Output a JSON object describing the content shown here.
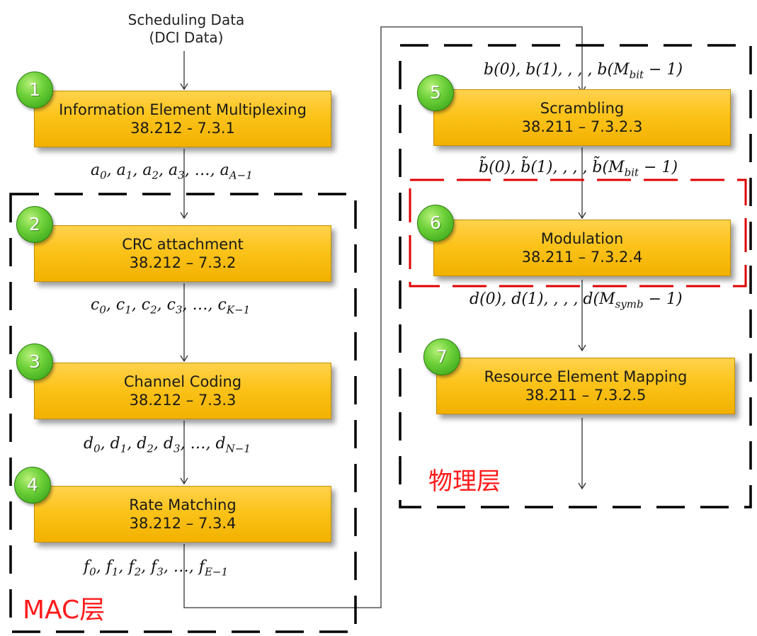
{
  "input": {
    "line1": "Scheduling Data",
    "line2": "(DCI Data)"
  },
  "blocks": [
    {
      "num": "1",
      "title": "Information Element Multiplexing",
      "ref": "38.212 - 7.3.1"
    },
    {
      "num": "2",
      "title": "CRC attachment",
      "ref": "38.212 – 7.3.2"
    },
    {
      "num": "3",
      "title": "Channel Coding",
      "ref": "38.212 – 7.3.3"
    },
    {
      "num": "4",
      "title": "Rate Matching",
      "ref": "38.212 – 7.3.4"
    },
    {
      "num": "5",
      "title": "Scrambling",
      "ref": "38.211 – 7.3.2.3"
    },
    {
      "num": "6",
      "title": "Modulation",
      "ref": "38.211 – 7.3.2.4"
    },
    {
      "num": "7",
      "title": "Resource Element Mapping",
      "ref": "38.211 – 7.3.2.5"
    }
  ],
  "sequences": {
    "a": {
      "sym": "a",
      "last_sub": "A−1"
    },
    "c": {
      "sym": "c",
      "last_sub": "K−1"
    },
    "d": {
      "sym": "d",
      "last_sub": "N−1"
    },
    "f": {
      "sym": "f",
      "last_sub": "E−1"
    },
    "b": {
      "text": "b(0), b(1), , , , b(M",
      "sub": "bit",
      "tail": " − 1)"
    },
    "b_tilde": {
      "text": "b̃(0), b̃(1), , , , b̃(M",
      "sub": "bit",
      "tail": " − 1)"
    },
    "d_symb": {
      "text": "d(0), d(1), , , , d(M",
      "sub": "symb",
      "tail": " − 1)"
    }
  },
  "layers": {
    "mac": "MAC层",
    "phy": "物理层"
  },
  "colors": {
    "box_fill": "#fbc31a",
    "badge": "#4cbb17",
    "highlight": "#e00000",
    "dash": "#000000"
  }
}
